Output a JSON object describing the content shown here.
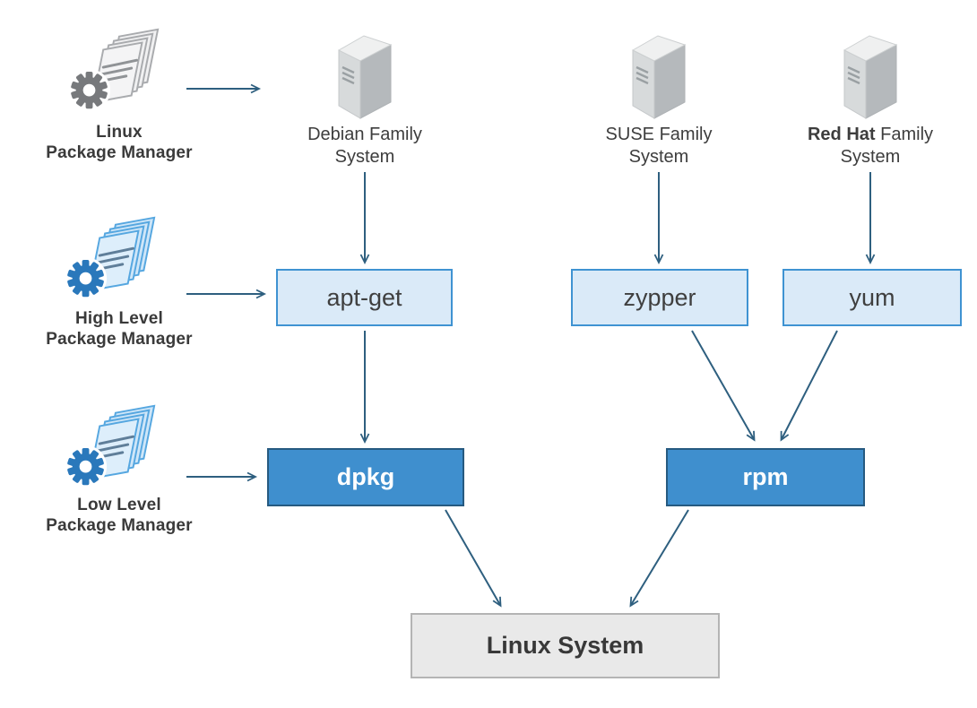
{
  "diagram": {
    "legend": [
      {
        "icon": "package-stack-gray-icon",
        "line1": "Linux",
        "line2": "Package Manager"
      },
      {
        "icon": "package-stack-blue-icon",
        "line1": "High Level",
        "line2": "Package Manager"
      },
      {
        "icon": "package-stack-blue-icon",
        "line1": "Low Level",
        "line2": "Package Manager"
      }
    ],
    "families": [
      {
        "icon": "server-icon",
        "emph": "",
        "rest": "Debian Family",
        "line2": "System"
      },
      {
        "icon": "server-icon",
        "emph": "",
        "rest": "SUSE Family",
        "line2": "System"
      },
      {
        "icon": "server-icon",
        "emph": "Red Hat",
        "rest": " Family",
        "line2": "System"
      }
    ],
    "nodes": {
      "apt_get": "apt-get",
      "zypper": "zypper",
      "yum": "yum",
      "dpkg": "dpkg",
      "rpm": "rpm",
      "linux_system": "Linux System"
    },
    "edges": [
      {
        "from": "linux-package-manager",
        "to": "debian-family-system"
      },
      {
        "from": "high-level-package-manager",
        "to": "apt-get"
      },
      {
        "from": "low-level-package-manager",
        "to": "dpkg"
      },
      {
        "from": "debian-family-system",
        "to": "apt-get"
      },
      {
        "from": "suse-family-system",
        "to": "zypper"
      },
      {
        "from": "red-hat-family-system",
        "to": "yum"
      },
      {
        "from": "apt-get",
        "to": "dpkg"
      },
      {
        "from": "zypper",
        "to": "rpm"
      },
      {
        "from": "yum",
        "to": "rpm"
      },
      {
        "from": "dpkg",
        "to": "linux-system"
      },
      {
        "from": "rpm",
        "to": "linux-system"
      }
    ],
    "colors": {
      "arrow": "#2e5f7f",
      "light_box_fill": "#daeaf8",
      "light_box_border": "#3f93d2",
      "dark_box_fill": "#3f8fce",
      "dark_box_border": "#265a80",
      "system_box_fill": "#e9e9e9",
      "system_box_border": "#b4b4b4",
      "gear_gray": "#77797c",
      "gear_blue": "#2a78bb",
      "page_gray": "#f1f1f2",
      "page_blue": "#cfe6f8"
    }
  }
}
